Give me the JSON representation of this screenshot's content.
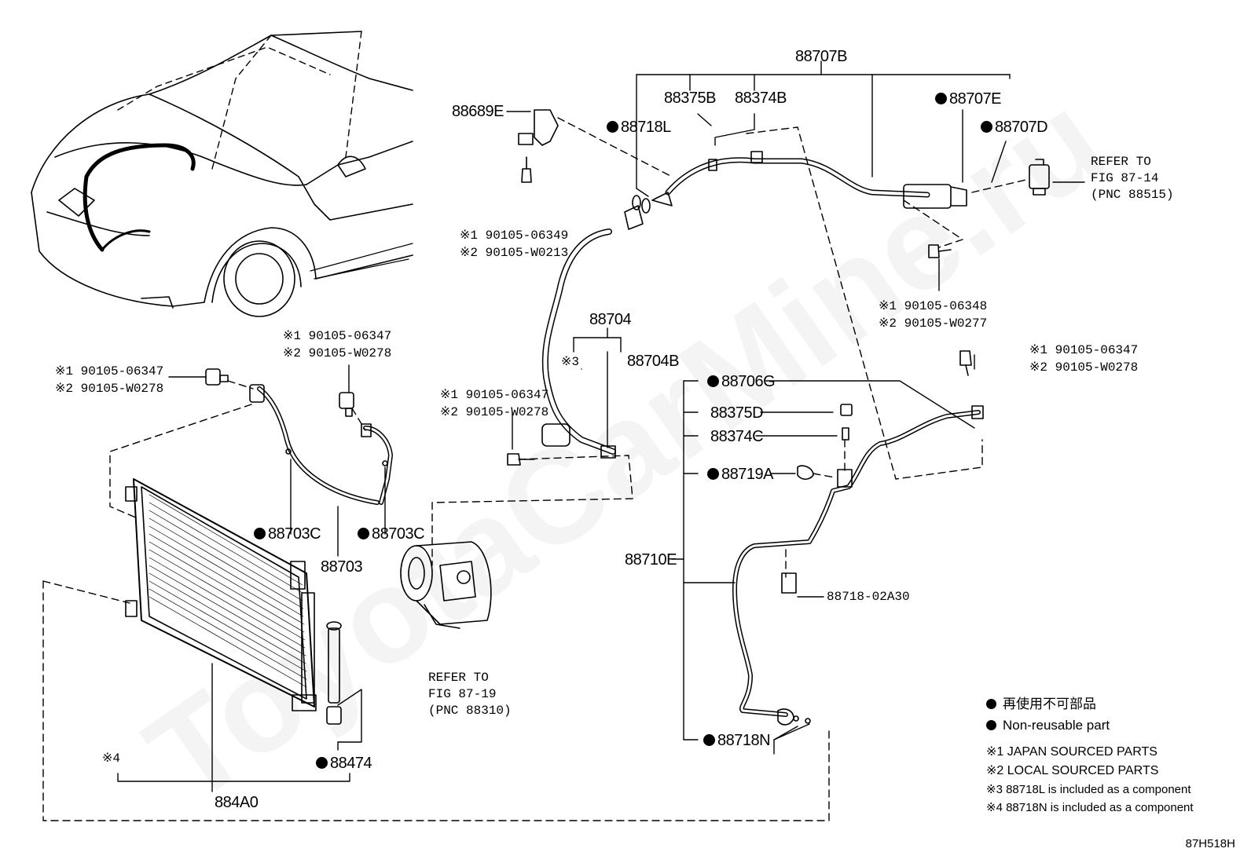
{
  "watermark": "ToyotaCarMine.ru",
  "diagram_code": "87H518H",
  "legend": {
    "non_reusable_ja": "再使用不可部品",
    "non_reusable_en": "Non-reusable part",
    "note1": "※1 JAPAN SOURCED PARTS",
    "note2": "※2 LOCAL SOURCED PARTS",
    "note3": "※3 88718L is included as a component",
    "note4": "※4 88718N is included as a component"
  },
  "labels": {
    "p88707B": "88707B",
    "p88375B": "88375B",
    "p88374B": "88374B",
    "p88707E": "88707E",
    "p88707D": "88707D",
    "p88689E": "88689E",
    "p88718L": "88718L",
    "refer_87_14_a": "REFER TO",
    "refer_87_14_b": "FIG 87-14",
    "refer_87_14_c": "(PNC 88515)",
    "bolt_tl_1": "※1 90105-06349",
    "bolt_tl_2": "※2 90105-W0213",
    "bolt_r_1": "※1 90105-06348",
    "bolt_r_2": "※2 90105-W0277",
    "p88704": "88704",
    "p88704B": "88704B",
    "note3_ref": "※3",
    "bolt_m_1": "※1 90105-06347",
    "bolt_m_2": "※2 90105-W0278",
    "bolt_l_1": "※1 90105-06347",
    "bolt_l_2": "※2 90105-W0278",
    "bolt_cl_1": "※1 90105-06347",
    "bolt_cl_2": "※2 90105-W0278",
    "bolt_rr_1": "※1 90105-06347",
    "bolt_rr_2": "※2 90105-W0278",
    "p88706G": "88706G",
    "p88375D": "88375D",
    "p88374C": "88374C",
    "p88719A": "88719A",
    "p88710E": "88710E",
    "p88718_02A30": "88718-02A30",
    "p88718N": "88718N",
    "p88703C_a": "88703C",
    "p88703C_b": "88703C",
    "p88703": "88703",
    "refer_87_19_a": "REFER TO",
    "refer_87_19_b": "FIG 87-19",
    "refer_87_19_c": "(PNC 88310)",
    "note4_ref": "※4",
    "p88474": "88474",
    "p884A0": "884A0"
  }
}
